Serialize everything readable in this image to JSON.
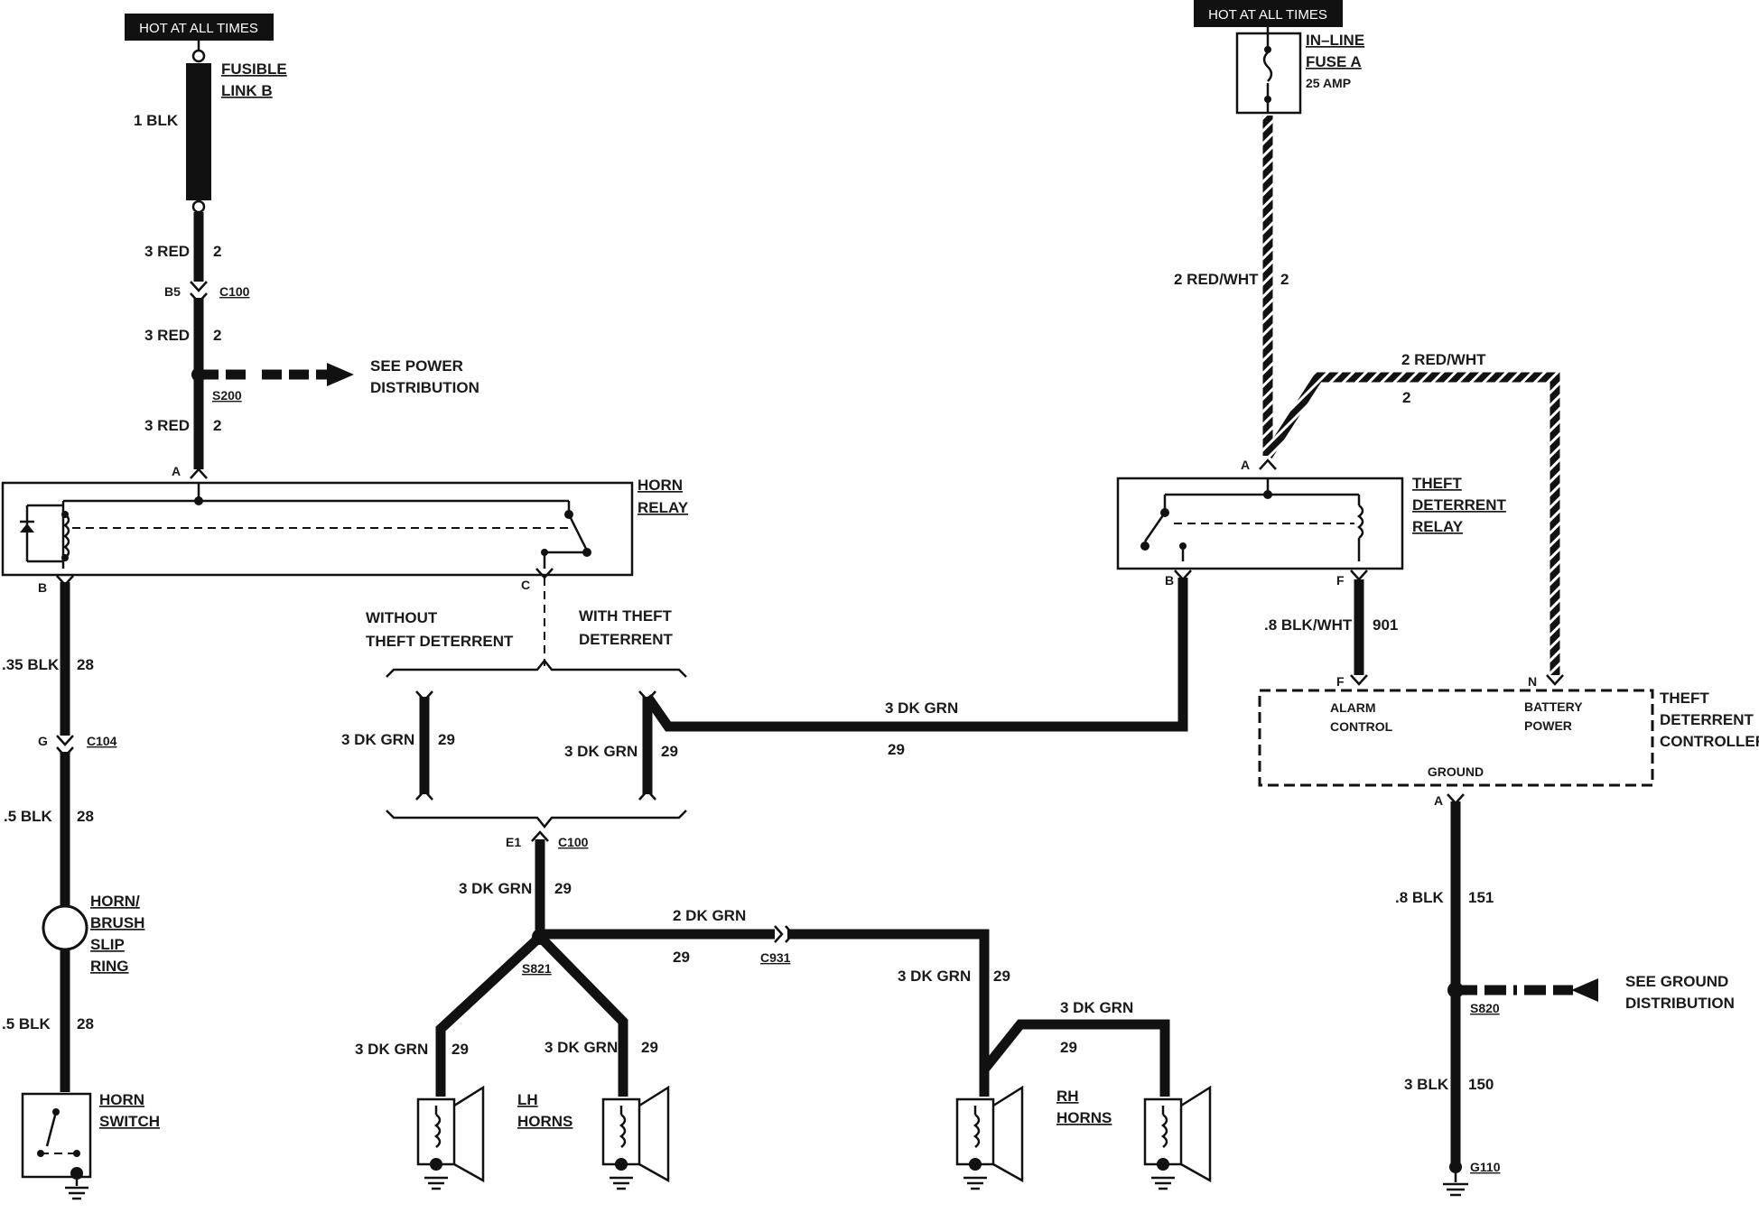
{
  "tags": {
    "hot_left": "HOT AT ALL TIMES",
    "hot_right": "HOT AT ALL TIMES"
  },
  "components": {
    "fusible_link_1": "FUSIBLE",
    "fusible_link_2": "LINK B",
    "inline_fuse_1": "IN–LINE",
    "inline_fuse_2": "FUSE A",
    "inline_fuse_3": "25 AMP",
    "horn_relay_1": "HORN",
    "horn_relay_2": "RELAY",
    "tdr_1": "THEFT",
    "tdr_2": "DETERRENT",
    "tdr_3": "RELAY",
    "tdc_1": "THEFT",
    "tdc_2": "DETERRENT",
    "tdc_3": "CONTROLLER",
    "alarm_1": "ALARM",
    "alarm_2": "CONTROL",
    "battery_1": "BATTERY",
    "battery_2": "POWER",
    "ground": "GROUND",
    "slip_1": "HORN/",
    "slip_2": "BRUSH",
    "slip_3": "SLIP",
    "slip_4": "RING",
    "horn_switch_1": "HORN",
    "horn_switch_2": "SWITCH",
    "lh_horns_1": "LH",
    "lh_horns_2": "HORNS",
    "rh_horns_1": "RH",
    "rh_horns_2": "HORNS",
    "see_power_1": "SEE POWER",
    "see_power_2": "DISTRIBUTION",
    "see_ground_1": "SEE GROUND",
    "see_ground_2": "DISTRIBUTION",
    "without_1": "WITHOUT",
    "without_2": "THEFT DETERRENT",
    "with_1": "WITH THEFT",
    "with_2": "DETERRENT"
  },
  "connectors": {
    "c100_top": "C100",
    "c100_pin": "B5",
    "s200": "S200",
    "c104": "C104",
    "c104_pin": "G",
    "c100_mid": "C100",
    "c100_mid_pin": "E1",
    "s821": "S821",
    "c931": "C931",
    "s820": "S820",
    "g110": "G110",
    "relay_a": "A",
    "relay_b": "B",
    "relay_c": "C",
    "tdr_a": "A",
    "tdr_b": "B",
    "tdr_f": "F",
    "tdc_f": "F",
    "tdc_n": "N",
    "tdc_a": "A"
  },
  "wires": {
    "w1": "1 BLK",
    "w2": "3 RED",
    "w2c": "2",
    "w3": "3 RED",
    "w3c": "2",
    "w4": "3 RED",
    "w4c": "2",
    "w5": ".35 BLK",
    "w5c": "28",
    "w6": ".5 BLK",
    "w6c": "28",
    "w7": ".5 BLK",
    "w7c": "28",
    "w8": "3 DK GRN",
    "w8c": "29",
    "w9": "3 DK GRN",
    "w9c": "29",
    "w10": "3 DK GRN",
    "w10c": "29",
    "w11": "3 DK GRN",
    "w11c": "29",
    "w12": "2 DK GRN",
    "w12c": "29",
    "w13": "3 DK GRN",
    "w13c": "29",
    "w14": "3 DK GRN",
    "w14c": "29",
    "w15": "3 DK GRN",
    "w15c": "29",
    "w16": "3 DK GRN",
    "w16c": "29",
    "w17": "2 RED/WHT",
    "w17c": "2",
    "w18": "2 RED/WHT",
    "w18c": "2",
    "w19": ".8 BLK/WHT",
    "w19c": "901",
    "w20": ".8 BLK",
    "w20c": "151",
    "w21": "3 BLK",
    "w21c": "150"
  }
}
